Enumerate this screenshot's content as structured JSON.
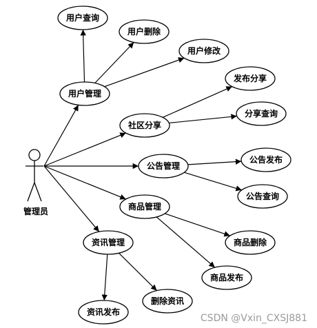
{
  "actor": {
    "label": "管理员"
  },
  "nodes": [
    {
      "id": "user_mgmt",
      "label": "用户管理"
    },
    {
      "id": "user_query",
      "label": "用户查询"
    },
    {
      "id": "user_delete",
      "label": "用户删除"
    },
    {
      "id": "user_modify",
      "label": "用户修改"
    },
    {
      "id": "community_share",
      "label": "社区分享"
    },
    {
      "id": "publish_share",
      "label": "发布分享"
    },
    {
      "id": "share_query",
      "label": "分享查询"
    },
    {
      "id": "notice_mgmt",
      "label": "公告管理"
    },
    {
      "id": "notice_publish",
      "label": "公告发布"
    },
    {
      "id": "notice_query",
      "label": "公告查询"
    },
    {
      "id": "goods_mgmt",
      "label": "商品管理"
    },
    {
      "id": "goods_delete",
      "label": "商品删除"
    },
    {
      "id": "goods_publish",
      "label": "商品发布"
    },
    {
      "id": "info_mgmt",
      "label": "资讯管理"
    },
    {
      "id": "info_publish",
      "label": "资讯发布"
    },
    {
      "id": "info_delete",
      "label": "删除资讯"
    }
  ],
  "edges": [
    {
      "from": "actor",
      "to": "user_mgmt"
    },
    {
      "from": "actor",
      "to": "community_share"
    },
    {
      "from": "actor",
      "to": "notice_mgmt"
    },
    {
      "from": "actor",
      "to": "goods_mgmt"
    },
    {
      "from": "actor",
      "to": "info_mgmt"
    },
    {
      "from": "user_mgmt",
      "to": "user_query"
    },
    {
      "from": "user_mgmt",
      "to": "user_delete"
    },
    {
      "from": "user_mgmt",
      "to": "user_modify"
    },
    {
      "from": "community_share",
      "to": "publish_share"
    },
    {
      "from": "community_share",
      "to": "share_query"
    },
    {
      "from": "notice_mgmt",
      "to": "notice_publish"
    },
    {
      "from": "notice_mgmt",
      "to": "notice_query"
    },
    {
      "from": "goods_mgmt",
      "to": "goods_delete"
    },
    {
      "from": "goods_mgmt",
      "to": "goods_publish"
    },
    {
      "from": "info_mgmt",
      "to": "info_publish"
    },
    {
      "from": "info_mgmt",
      "to": "info_delete"
    }
  ],
  "watermark": "CSDN @Vxin_CXSJ881"
}
